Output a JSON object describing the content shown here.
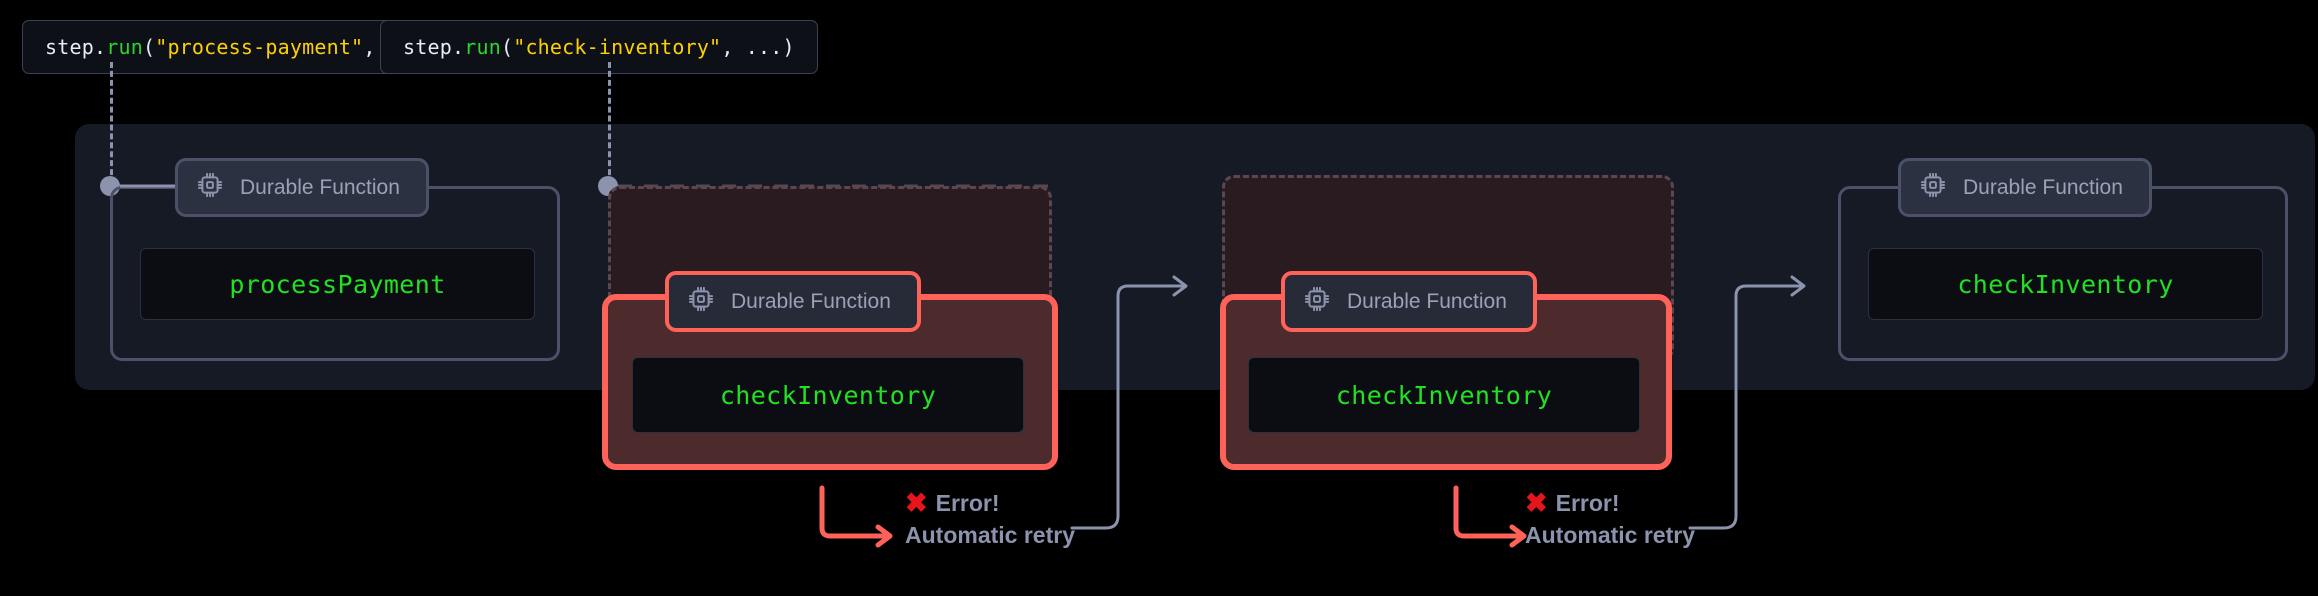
{
  "diagram": {
    "background_color": "#000000",
    "stage_color": "#161a25",
    "accent_green": "#22e022",
    "accent_red": "#ff6258",
    "accent_gray": "#8b93ad"
  },
  "code_labels": [
    {
      "id": "process-payment",
      "prefix": "step.",
      "fn": "run",
      "open": "(",
      "arg": "\"process-payment\"",
      "rest": ", ...)"
    },
    {
      "id": "check-inventory",
      "prefix": "step.",
      "fn": "run",
      "open": "(",
      "arg": "\"check-inventory\"",
      "rest": ", ...)"
    }
  ],
  "badge": {
    "label": "Durable Function",
    "icon": "cpu-icon"
  },
  "steps": [
    {
      "id": "step-1",
      "state": "ok",
      "function_name": "processPayment",
      "badge_label": "Durable Function"
    },
    {
      "id": "step-2",
      "state": "failed",
      "function_name": "checkInventory",
      "badge_label": "Durable Function"
    },
    {
      "id": "step-3",
      "state": "failed",
      "function_name": "checkInventory",
      "badge_label": "Durable Function"
    },
    {
      "id": "step-4",
      "state": "ok",
      "function_name": "checkInventory",
      "badge_label": "Durable Function"
    }
  ],
  "errors": [
    {
      "id": "error-1",
      "mark": "✖",
      "title": "Error!",
      "subtitle": "Automatic retry"
    },
    {
      "id": "error-2",
      "mark": "✖",
      "title": "Error!",
      "subtitle": "Automatic retry"
    }
  ]
}
